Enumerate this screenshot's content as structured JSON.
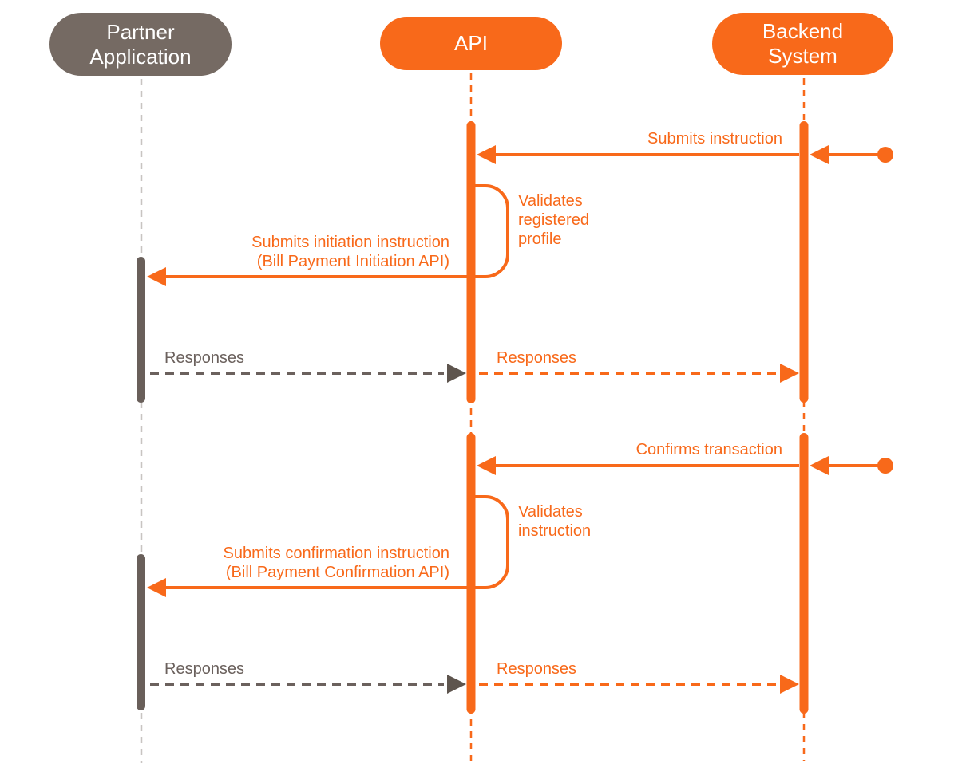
{
  "actors": [
    {
      "id": "partner",
      "label": "Partner Application"
    },
    {
      "id": "api",
      "label": "API"
    },
    {
      "id": "backend",
      "label": "Backend System"
    }
  ],
  "flow1": {
    "submits_instruction": "Submits instruction",
    "validates": "Validates registered profile",
    "submits_initiation": "Submits initiation instruction\n(Bill Payment Initiation API)",
    "responses_left": "Responses",
    "responses_right": "Responses"
  },
  "flow2": {
    "confirms_transaction": "Confirms transaction",
    "validates": "Validates instruction",
    "submits_confirmation": "Submits confirmation instruction\n(Bill Payment Confirmation API)",
    "responses_left": "Responses",
    "responses_right": "Responses"
  },
  "colors": {
    "orange": "#F8691A",
    "gray_pill": "#756A63",
    "gray_bar": "#695F5A",
    "gray_text": "#6B615D",
    "arrowhead_gray": "#5E554E",
    "lifeline_gray": "#C8C4C1"
  }
}
